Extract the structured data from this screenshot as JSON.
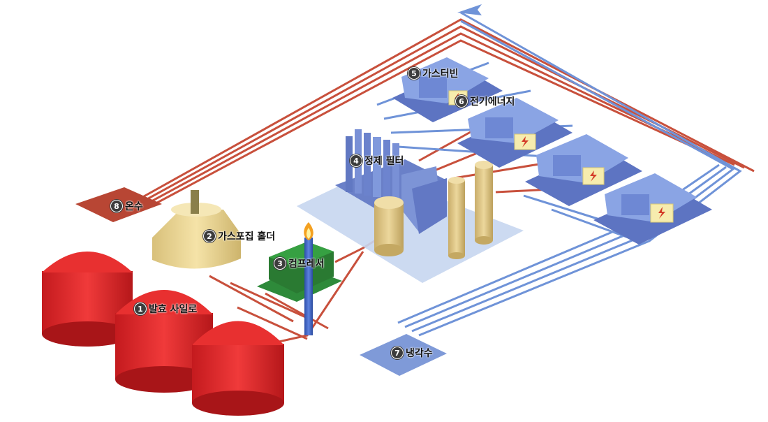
{
  "labels": {
    "fermentation_silo": {
      "num": "1",
      "text": "발효 사일로"
    },
    "gas_holder": {
      "num": "2",
      "text": "가스포집 홀더"
    },
    "compressor": {
      "num": "3",
      "text": "컴프레서"
    },
    "purification_filter": {
      "num": "4",
      "text": "정제 필터"
    },
    "gas_turbine": {
      "num": "5",
      "text": "가스터빈"
    },
    "electric_energy": {
      "num": "6",
      "text": "전기에너지"
    },
    "cooling_water": {
      "num": "7",
      "text": "냉각수"
    },
    "hot_water": {
      "num": "8",
      "text": "온수"
    }
  },
  "colors": {
    "hot_pipe": "#c8503c",
    "cold_pipe": "#6f93d8",
    "silo_red": "#e8262a",
    "holder_cream": "#f0dda0",
    "compressor_green": "#2e8a3a",
    "filter_blue": "#7d94d6",
    "turbine_blue": "#7f9be0",
    "energy_box": "#f6ecae",
    "platform_blue": "#c6d6f0"
  },
  "icons": [
    "flame-icon",
    "lightning-icon",
    "arrow-up-left-icon"
  ]
}
